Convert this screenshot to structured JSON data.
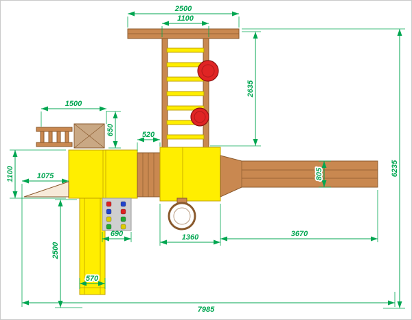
{
  "colors": {
    "dim": "#00a651",
    "frame": "#c9c9c9",
    "wood": "#c98850",
    "wood_dark": "#8a5a2e",
    "wood_light": "#c9a884",
    "yellow": "#ffee00",
    "yellow_dark": "#c0a000",
    "red": "#e02424",
    "red_dark": "#8a1212",
    "gray": "#cfcfcf",
    "hold_red": "#dd2222",
    "hold_blue": "#2244cc",
    "hold_green": "#22aa33",
    "hold_yellow": "#ddcc00"
  },
  "dims": {
    "top_beam_width": "2500",
    "ladder_width": "1100",
    "ladder_length": "2635",
    "left_module_width": "1500",
    "left_module_depth": "650",
    "steps_width": "520",
    "platform_depth": "1100",
    "ramp_length": "1075",
    "beam_width": "805",
    "total_depth": "6235",
    "slide_length": "2500",
    "climb_wall_width": "690",
    "swing_bay_width": "1360",
    "beam_length": "3670",
    "slide_width": "570",
    "total_width": "7985"
  }
}
